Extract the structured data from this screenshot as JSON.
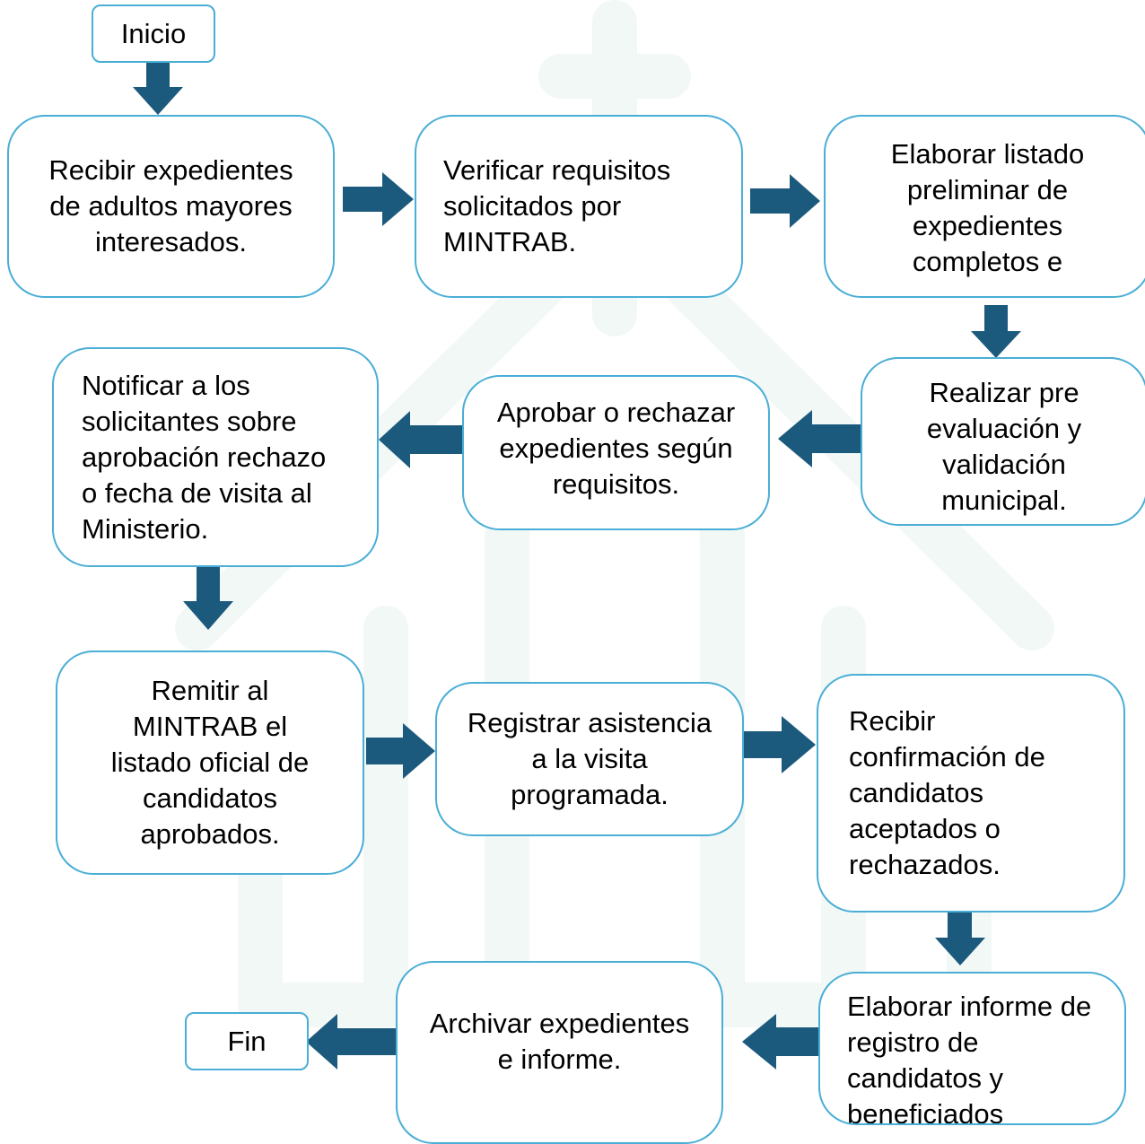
{
  "colors": {
    "border": "#4aaed6",
    "arrow": "#1c5a7d",
    "watermark": "#f1f8f6"
  },
  "nodes": {
    "inicio": "Inicio",
    "recibir": "Recibir expedientes\nde adultos mayores\ninteresados.",
    "verificar": "Verificar requisitos\nsolicitados por\nMINTRAB.",
    "elaborar_listado": "Elaborar listado\npreliminar de\nexpedientes\ncompletos e",
    "pre_evaluacion": "Realizar pre\nevaluación y\nvalidación\nmunicipal.",
    "aprobar": "Aprobar o rechazar\nexpedientes según\nrequisitos.",
    "notificar": "Notificar a los\nsolicitantes sobre\naprobación rechazo\no fecha de visita al\nMinisterio.",
    "remitir": "Remitir al\nMINTRAB el\nlistado oficial de\ncandidatos\naprobados.",
    "registrar": "Registrar asistencia\na la visita\nprogramada.",
    "confirmacion": "Recibir\nconfirmación de\ncandidatos\naceptados o\nrechazados.",
    "informe": "Elaborar informe de\nregistro de\ncandidatos y\nbeneficiados",
    "archivar": "Archivar expedientes\ne informe.",
    "fin": "Fin"
  }
}
